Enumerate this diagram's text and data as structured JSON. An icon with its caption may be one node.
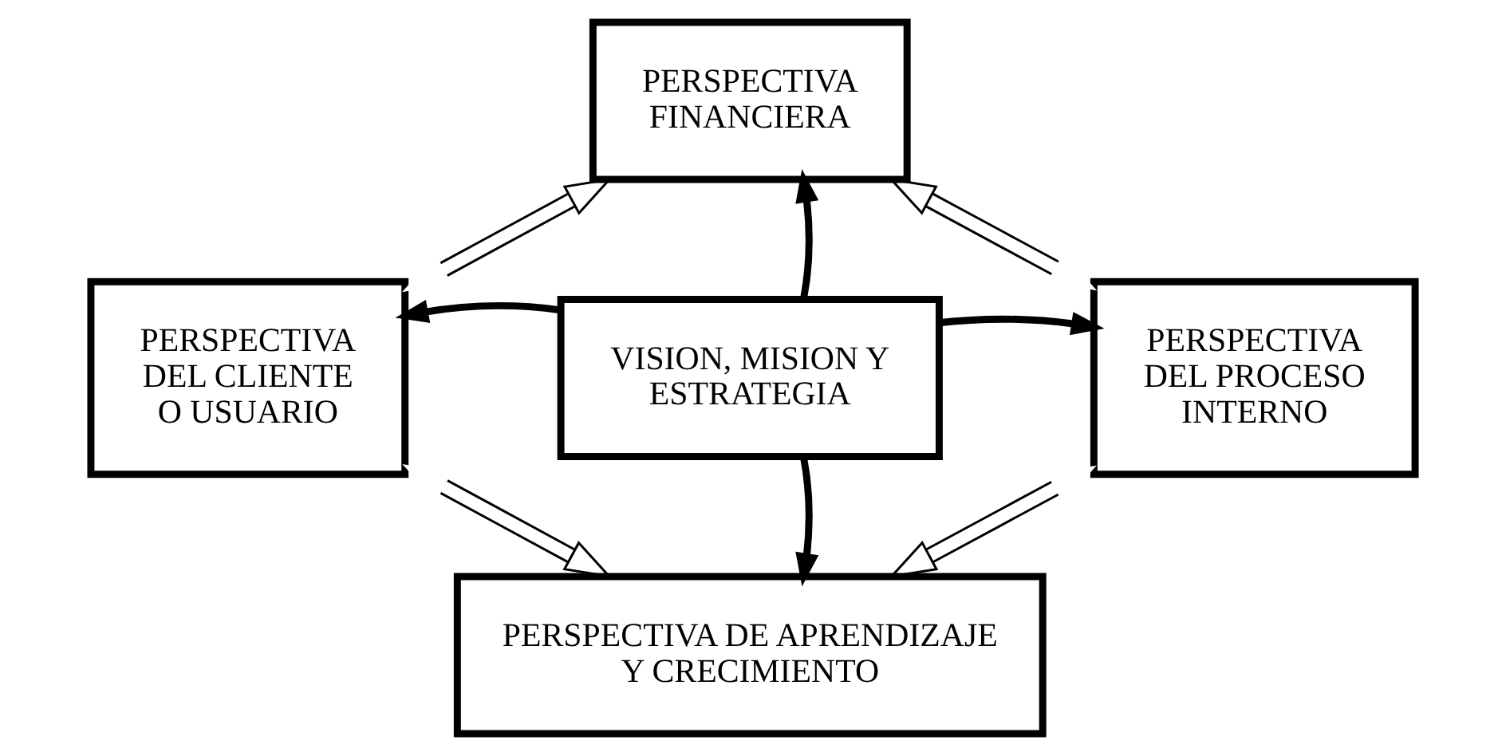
{
  "diagram": {
    "nodes": [
      {
        "text": [
          "PERSPECTIVA FINANCIERA"
        ]
      },
      {
        "text": [
          "PERSPECTIVA DEL CLIENTE O USUARIO"
        ]
      },
      {
        "text": [
          "VISION, MISION Y ESTRATEGIA"
        ]
      },
      {
        "text": [
          "PERSPECTIVA DEL PROCESO INTERNO"
        ]
      },
      {
        "text": [
          "PERSPECTIVA DE APRENDIZAJE Y CRECIMIENTO"
        ]
      }
    ],
    "edges": [
      {
        "from": 2,
        "to": 0,
        "arrow": "to",
        "style": "thick"
      },
      {
        "from": 2,
        "to": 1,
        "arrow": "to",
        "style": "thick"
      },
      {
        "from": 2,
        "to": 3,
        "arrow": "to",
        "style": "thick"
      },
      {
        "from": 2,
        "to": 4,
        "arrow": "to",
        "style": "thick"
      },
      {
        "from": 1,
        "to": 0,
        "arrow": "both"
      },
      {
        "from": 3,
        "to": 0,
        "arrow": "both"
      },
      {
        "from": 1,
        "to": 4,
        "arrow": "both"
      },
      {
        "from": 3,
        "to": 4,
        "arrow": "both"
      }
    ]
  }
}
